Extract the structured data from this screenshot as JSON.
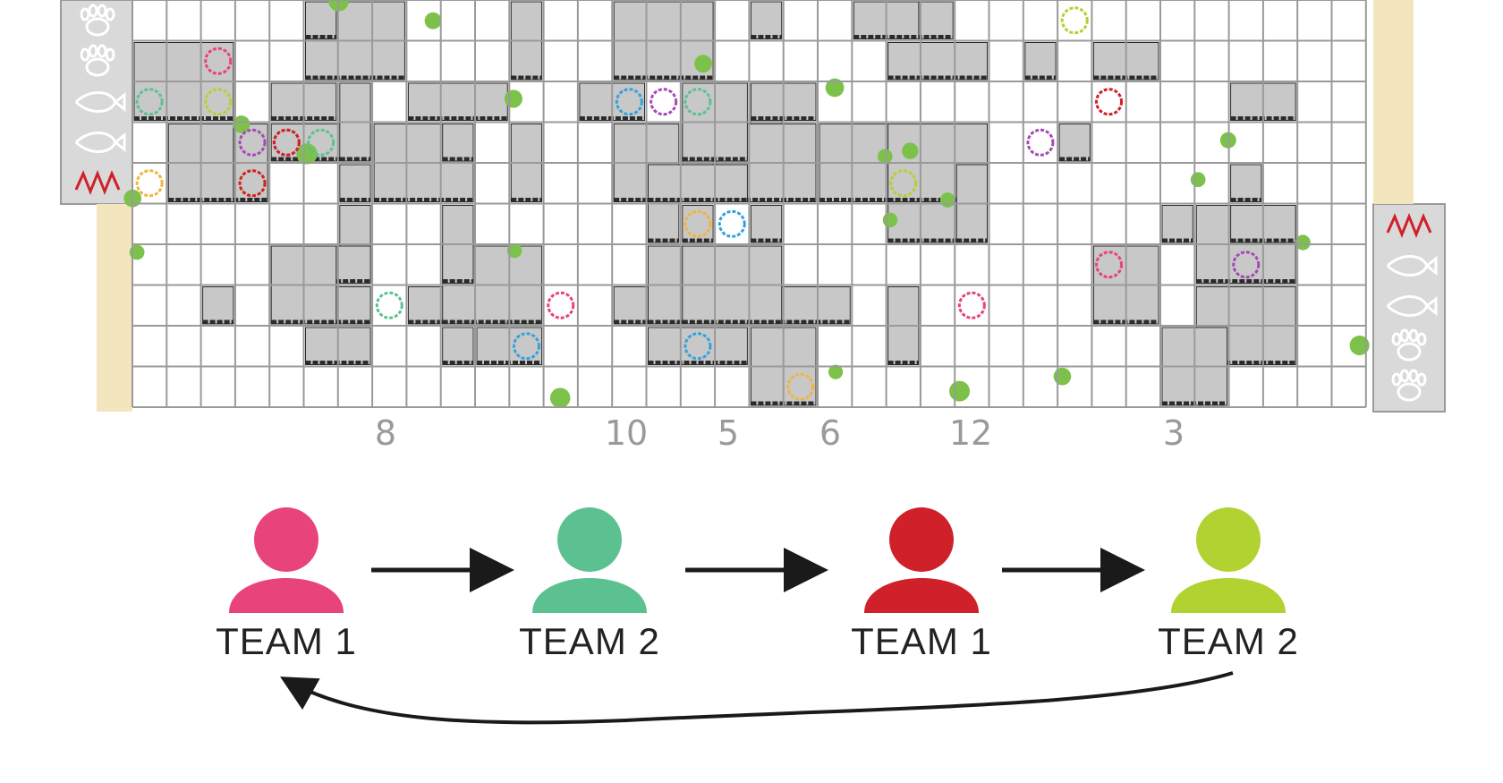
{
  "column_numbers": [
    "8",
    "10",
    "5",
    "6",
    "12",
    "3"
  ],
  "teams": [
    {
      "label": "TEAM 1",
      "color": "#e8437a"
    },
    {
      "label": "TEAM 2",
      "color": "#5cc190"
    },
    {
      "label": "TEAM 1",
      "color": "#d0202a"
    },
    {
      "label": "TEAM 2",
      "color": "#b2d232"
    }
  ],
  "colors": {
    "grid_line": "#9a9a9a",
    "grid_fill": "#ffffff",
    "panel": "#d9d9d9",
    "block": "#c8c8c8",
    "block_dark": "#2b2b2b",
    "plant": "#7cc24a",
    "arrow": "#1a1a1a"
  },
  "board_icons": {
    "left_panel": [
      "paw-icon",
      "paw-icon",
      "fish-icon",
      "fish-icon",
      "scribble-icon"
    ],
    "right_panel": [
      "scribble-icon",
      "fish-icon",
      "fish-icon",
      "paw-icon",
      "paw-icon"
    ]
  }
}
